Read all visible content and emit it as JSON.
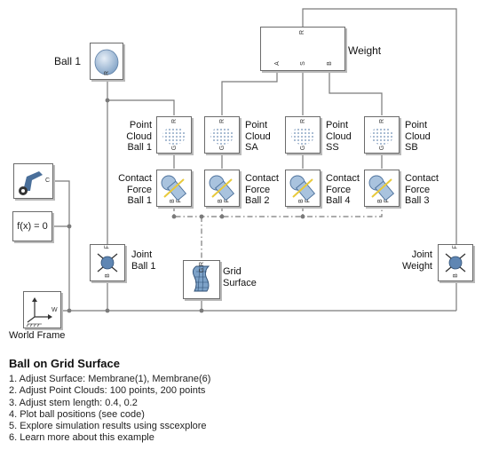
{
  "blocks": {
    "weight": {
      "label": "Weight",
      "ports": {
        "r": "R",
        "a": "A",
        "s": "S",
        "b": "B"
      }
    },
    "ball1": {
      "label": "Ball 1",
      "port": "R"
    },
    "point_clouds": [
      {
        "label": [
          "Point",
          "Cloud",
          "Ball 1"
        ],
        "ports": [
          "R",
          "G"
        ]
      },
      {
        "label": [
          "Point",
          "Cloud",
          "SA"
        ],
        "ports": [
          "R",
          "G"
        ]
      },
      {
        "label": [
          "Point",
          "Cloud",
          "SS"
        ],
        "ports": [
          "R",
          "G"
        ]
      },
      {
        "label": [
          "Point",
          "Cloud",
          "SB"
        ],
        "ports": [
          "R",
          "G"
        ]
      }
    ],
    "contact_forces": [
      {
        "label": [
          "Contact",
          "Force",
          "Ball 1"
        ],
        "ports": [
          "B",
          "F"
        ]
      },
      {
        "label": [
          "Contact",
          "Force",
          "Ball 2"
        ],
        "ports": [
          "B",
          "F"
        ]
      },
      {
        "label": [
          "Contact",
          "Force",
          "Ball 4"
        ],
        "ports": [
          "B",
          "F"
        ]
      },
      {
        "label": [
          "Contact",
          "Force",
          "Ball 3"
        ],
        "ports": [
          "B",
          "F"
        ]
      }
    ],
    "joint_ball1": {
      "label": [
        "Joint",
        "Ball 1"
      ],
      "ports": [
        "B",
        "F"
      ]
    },
    "joint_weight": {
      "label": [
        "Joint",
        "Weight"
      ],
      "ports": [
        "B",
        "F"
      ]
    },
    "grid_surface": {
      "label": [
        "Grid",
        "Surface"
      ],
      "ports": [
        "R",
        "G"
      ]
    },
    "world_frame": {
      "label": "World Frame",
      "port": "W"
    },
    "mechanism_config": {
      "port": "C"
    },
    "solver_config": {
      "text": "f(x) = 0"
    }
  },
  "description": {
    "title": "Ball on Grid Surface",
    "items": [
      "1. Adjust Surface: Membrane(1), Membrane(6)",
      "2. Adjust Point Clouds: 100 points, 200 points",
      "3. Adjust stem length: 0.4, 0.2",
      "4. Plot ball positions (see code)",
      "5. Explore simulation results using sscexplore",
      "6. Learn more about this example"
    ]
  },
  "colors": {
    "line": "#7a7a7a",
    "block_border": "#6b6b6b",
    "shadow": "#b9b9b9",
    "sphere": "#a9c3de",
    "icon_blue": "#4a6f9a",
    "contact_yellow": "#e8c93a"
  }
}
